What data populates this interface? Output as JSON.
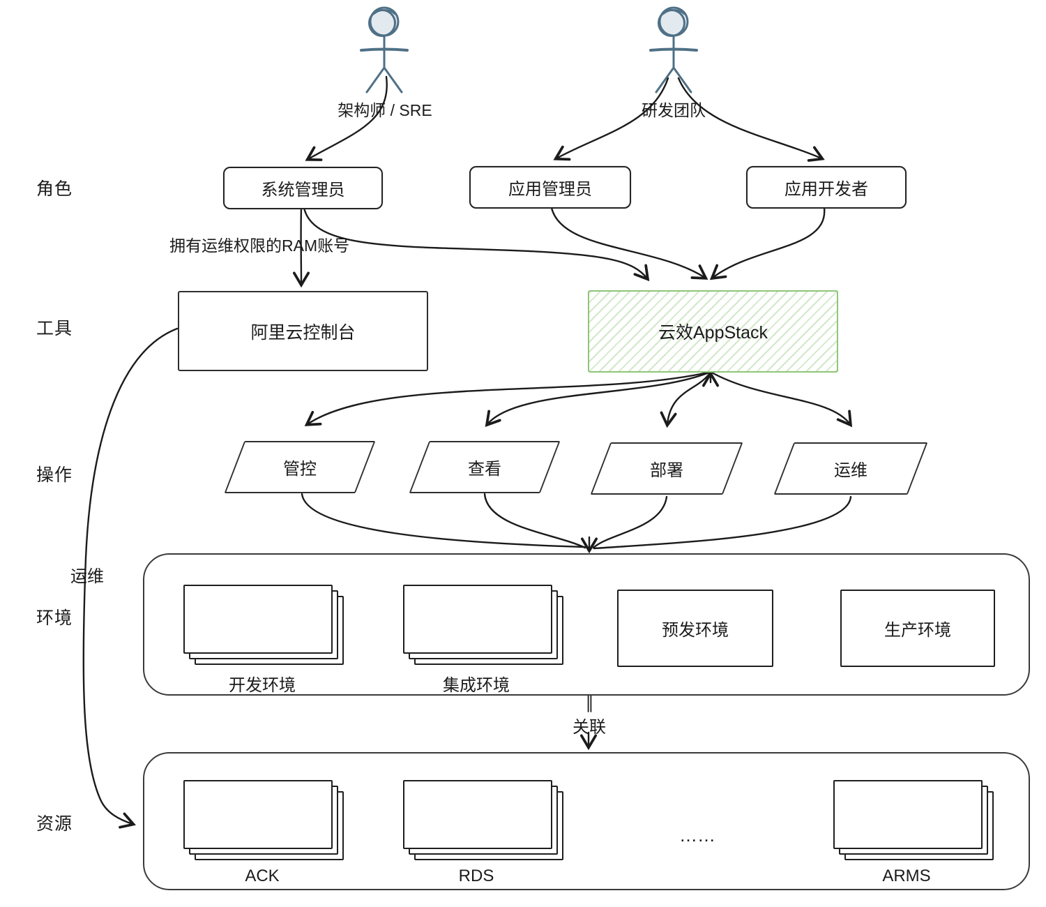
{
  "row_labels": {
    "roles": "角色",
    "tools": "工具",
    "operations": "操作",
    "environments": "环境",
    "resources": "资源"
  },
  "actors": {
    "architect": "架构师 / SRE",
    "dev_team": "研发团队"
  },
  "roles": {
    "system_admin": "系统管理员",
    "app_admin": "应用管理员",
    "app_developer": "应用开发者"
  },
  "tools": {
    "console": "阿里云控制台",
    "appstack": "云效AppStack"
  },
  "operations": {
    "control": "管控",
    "view": "查看",
    "deploy": "部署",
    "ops": "运维"
  },
  "edges": {
    "ram_account": "拥有运维权限的RAM账号",
    "ops_label": "运维",
    "associate": "关联"
  },
  "environments": {
    "dev": "开发环境",
    "integration": "集成环境",
    "staging": "预发环境",
    "production": "生产环境"
  },
  "resources": {
    "ack": "ACK",
    "rds": "RDS",
    "ellipsis": "……",
    "arms": "ARMS"
  },
  "colors": {
    "stroke": "#1b1b1b",
    "actor": "#4f7086",
    "appstack_border": "#8fc579"
  }
}
